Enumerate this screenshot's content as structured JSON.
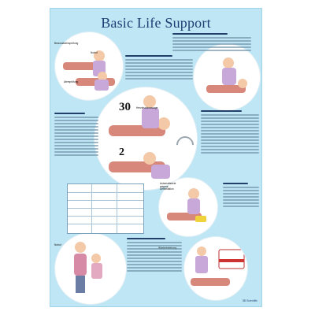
{
  "poster": {
    "title": "Basic Life Support",
    "big_numbers": [
      "30",
      "2"
    ],
    "label_fragments": {
      "top_left_label": "Bewusstseinsprüfung",
      "label_b": "Notruf",
      "label_c": "Atemprüfung",
      "center_label": "Herzdruckmassage",
      "defib_label": "Automatisierte externe Defibrillation",
      "bottom_left_label": "Notruf",
      "bottom_mid_label": "Wiederbelebung"
    },
    "footer": "3B Scientific"
  }
}
